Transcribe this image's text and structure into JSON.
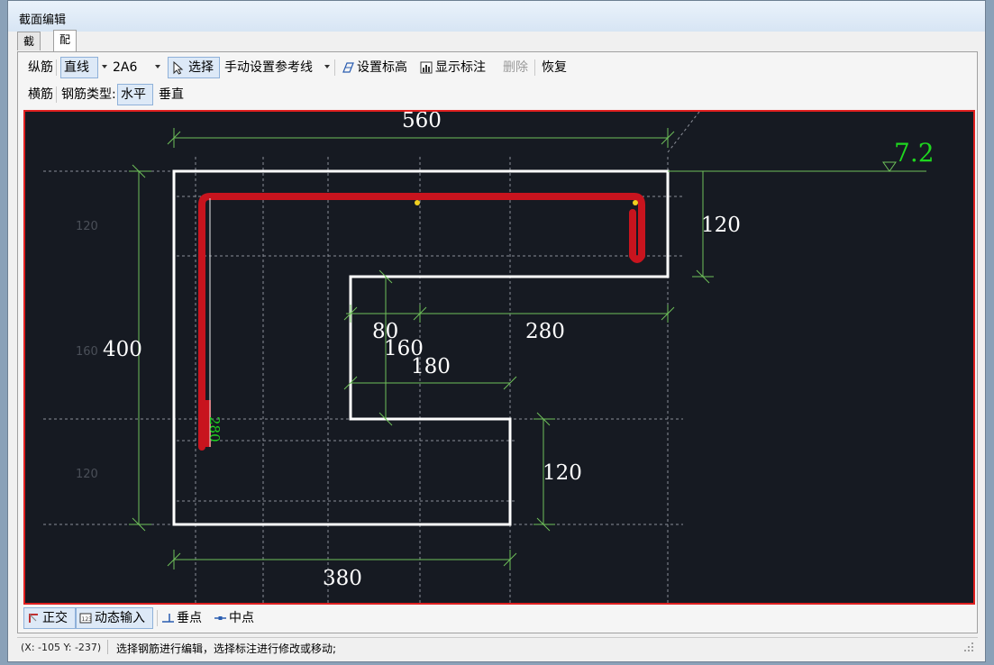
{
  "window": {
    "title": "截面编辑"
  },
  "tabs": [
    {
      "label": "截面",
      "active": false
    },
    {
      "label": "配筋",
      "active": true
    }
  ],
  "toolbar1": {
    "longitudinal_label": "纵筋",
    "line_type_value": "直线",
    "rebar_spec_value": "2A6",
    "select_label": "选择",
    "manual_ref_label": "手动设置参考线",
    "set_elevation_label": "设置标高",
    "show_dimension_label": "显示标注",
    "delete_label": "删除",
    "restore_label": "恢复"
  },
  "toolbar2": {
    "transverse_label": "横筋",
    "rebar_type_label": "钢筋类型:",
    "horizontal_label": "水平",
    "vertical_label": "垂直"
  },
  "drawing": {
    "dim_top": "560",
    "elevation": "7.2",
    "dim_right_top": "120",
    "dim_left": "400",
    "dim_80": "80",
    "dim_280": "280",
    "dim_160": "160",
    "dim_180": "180",
    "dim_right_bottom": "120",
    "dim_bottom": "380",
    "rebar_length": "280",
    "ref_120_top": "120",
    "ref_160": "160",
    "ref_120_bottom": "120"
  },
  "bottom_toolbar": {
    "ortho_label": "正交",
    "dynamic_input_label": "动态输入",
    "perpendicular_label": "垂点",
    "midpoint_label": "中点"
  },
  "status": {
    "coords": "(X: -105 Y: -237)",
    "message": "选择钢筋进行编辑，选择标注进行修改或移动;"
  },
  "colors": {
    "canvas_bg": "#161a22",
    "section_outline": "#ffffff",
    "rebar": "#c8141e",
    "dimension_line": "#6fc05a",
    "elevation_text": "#1fd61f",
    "canvas_border": "#e02020"
  }
}
